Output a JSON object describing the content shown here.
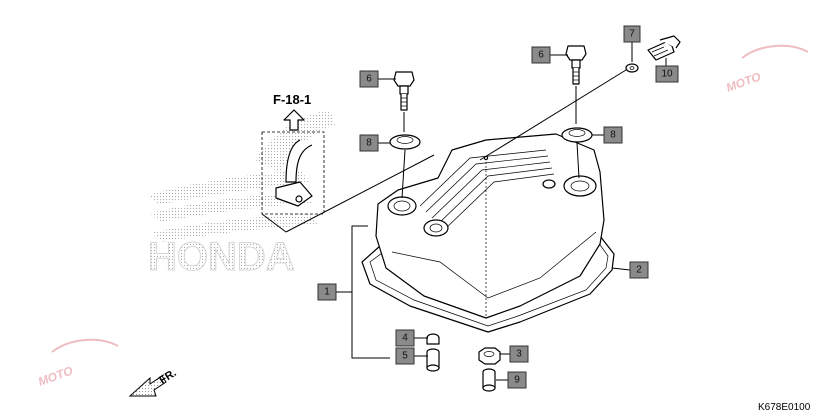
{
  "reference": "F-18-1",
  "direction_label": "FR.",
  "diagram_code": "K678E0100",
  "brand_logo_text": "HONDA",
  "watermark_text": "MOTO",
  "callouts": [
    "1",
    "2",
    "3",
    "4",
    "5",
    "6",
    "6",
    "7",
    "8",
    "8",
    "9",
    "10"
  ]
}
